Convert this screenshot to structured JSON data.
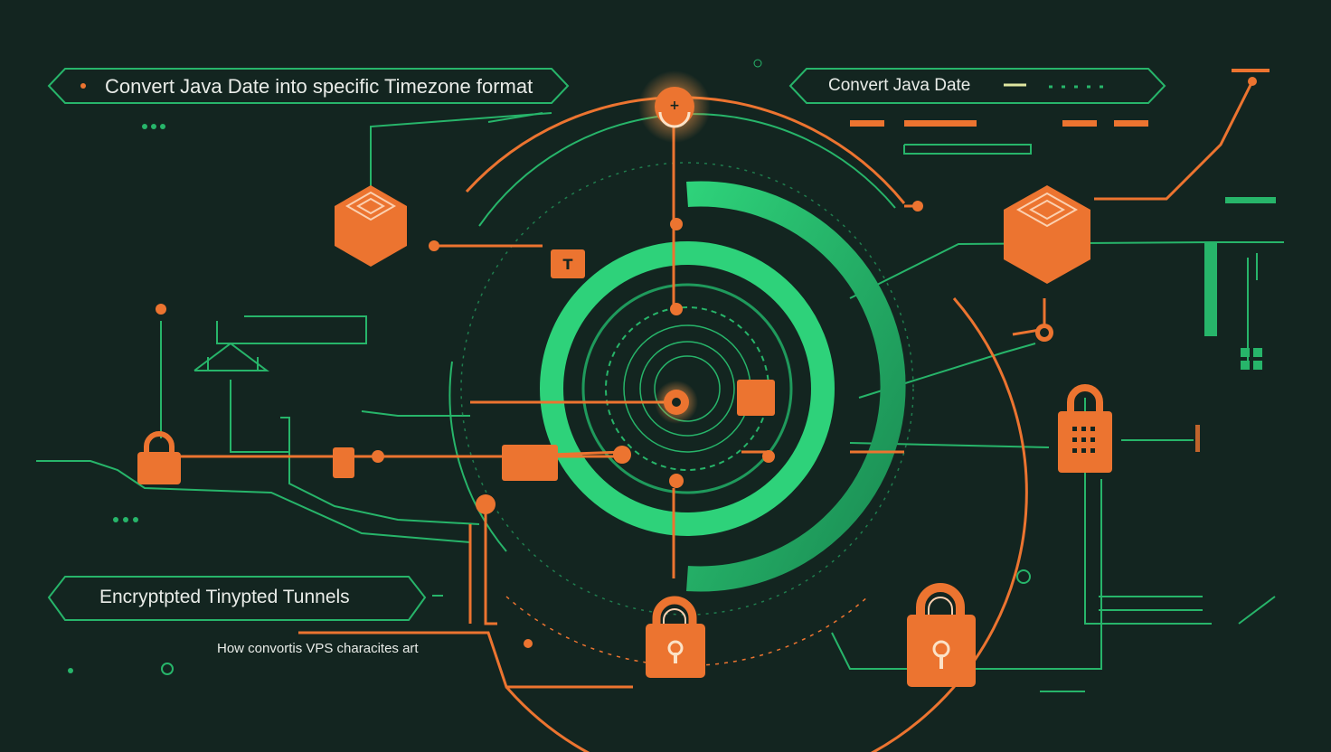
{
  "banners": {
    "top_left": "Convert  Java Date into specific Timezone format",
    "top_right": "Convert  Java Date",
    "bottom_left": "Encryptpted Tinypted Tunnels",
    "caption": "How convortis VPS characites art"
  },
  "colors": {
    "background": "#132520",
    "accent_orange": "#ec7430",
    "accent_green": "#27b56a",
    "text": "#e9ece8"
  }
}
